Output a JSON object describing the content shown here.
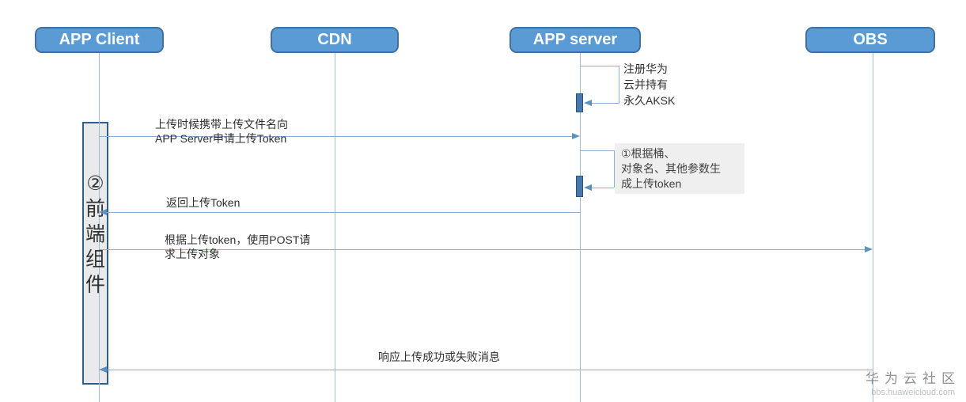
{
  "actors": [
    {
      "label": "APP Client"
    },
    {
      "label": "CDN"
    },
    {
      "label": "APP server"
    },
    {
      "label": "OBS"
    }
  ],
  "self_message_register": {
    "lines": [
      "注册华为",
      "云并持有",
      "永久AKSK"
    ]
  },
  "message_request_token": {
    "lines": [
      "上传时候携带上传文件名向",
      "APP Server申请上传Token"
    ]
  },
  "note_generate_token": {
    "lines": [
      "①根据桶、",
      "对象名、其他参数生",
      "成上传token"
    ]
  },
  "message_return_token": {
    "lines": [
      "返回上传Token"
    ]
  },
  "message_post_upload": {
    "lines": [
      "根据上传token，使用POST请",
      "求上传对象"
    ]
  },
  "message_response": {
    "lines": [
      "响应上传成功或失败消息"
    ]
  },
  "frontend_group": {
    "chars": [
      "②",
      "前",
      "端",
      "组",
      "件"
    ]
  },
  "watermark": {
    "title": "华为云社区",
    "subtitle": "bbs.huaweicloud.com"
  },
  "colors": {
    "actor_fill": "#5B9BD5",
    "actor_border": "#41719C",
    "line": "#8FAFD2",
    "arrowhead": "#5E90C1",
    "activation_fill": "#4679AD",
    "note_bg": "#EFEFEF",
    "group_fill": "#EAEAEA",
    "group_border": "#2F5F8F",
    "watermark_gray": "#8C9196"
  }
}
